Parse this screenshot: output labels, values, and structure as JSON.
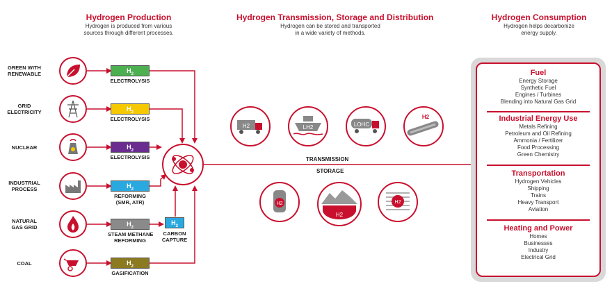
{
  "sections": {
    "production": {
      "title": "Hydrogen Production",
      "subtitle_line1": "Hydrogen is produced from various",
      "subtitle_line2": "sources through different processes."
    },
    "transmission": {
      "title": "Hydrogen Transmission, Storage and Distribution",
      "subtitle_line1": "Hydrogen can be stored and transported",
      "subtitle_line2": "in a wide variety of methods."
    },
    "consumption": {
      "title": "Hydrogen Consumption",
      "subtitle_line1": "Hydrogen helps decarbonize",
      "subtitle_line2": "energy supply."
    }
  },
  "sources": [
    {
      "label_line1": "GREEN WITH",
      "label_line2": "RENEWABLE",
      "icon": "leaf-icon",
      "box_color": "#4caf50",
      "process_line1": "ELECTROLYSIS",
      "process_line2": ""
    },
    {
      "label_line1": "GRID",
      "label_line2": "ELECTRICITY",
      "icon": "power-tower-icon",
      "box_color": "#f5c800",
      "process_line1": "ELECTROLYSIS",
      "process_line2": ""
    },
    {
      "label_line1": "NUCLEAR",
      "label_line2": "",
      "icon": "nuclear-plant-icon",
      "box_color": "#6a2c91",
      "process_line1": "ELECTROLYSIS",
      "process_line2": ""
    },
    {
      "label_line1": "INDUSTRIAL",
      "label_line2": "PROCESS",
      "icon": "factory-icon",
      "box_color": "#2aa8e0",
      "process_line1": "REFORMING",
      "process_line2": "(SMR, ATR)"
    },
    {
      "label_line1": "NATURAL",
      "label_line2": "GAS GRID",
      "icon": "flame-icon",
      "box_color": "#8a8a8a",
      "process_line1": "STEAM METHANE",
      "process_line2": "REFORMING"
    },
    {
      "label_line1": "COAL",
      "label_line2": "",
      "icon": "wheelbarrow-icon",
      "box_color": "#8b7a1f",
      "process_line1": "GASIFICATION",
      "process_line2": ""
    }
  ],
  "h2_label": "H",
  "h2_sub": "2",
  "carbon_capture": {
    "line1": "CARBON",
    "line2": "CAPTURE",
    "box_color": "#2aa8e0"
  },
  "transport": {
    "transmission_label": "TRANSMISSION",
    "storage_label": "STORAGE",
    "truck_text": "H2",
    "ship_text": "LH2",
    "lohc_text": "LOHC",
    "pipeline_text": "H2",
    "tank_text": "H2",
    "cavern_text": "H2",
    "coil_text": "H2"
  },
  "consumption_sections": [
    {
      "title": "Fuel",
      "items": [
        "Energy Storage",
        "Synthetic Fuel",
        "Engines / Turbines",
        "Blending into Natural Gas Grid"
      ]
    },
    {
      "title": "Industrial Energy Use",
      "items": [
        "Metals Refining",
        "Petroleum and Oil Refining",
        "Ammonia / Fertilizer",
        "Food Processing",
        "Green Chemistry"
      ]
    },
    {
      "title": "Transportation",
      "items": [
        "Hydrogen Vehicles",
        "Shipping",
        "Trains",
        "Heavy Transport",
        "Aviation"
      ]
    },
    {
      "title": "Heating and Power",
      "items": [
        "Homes",
        "Businesses",
        "Industry",
        "Electrical Grid"
      ]
    }
  ],
  "colors": {
    "accent": "#c8102e",
    "panel_bg": "#d9d9d9"
  }
}
